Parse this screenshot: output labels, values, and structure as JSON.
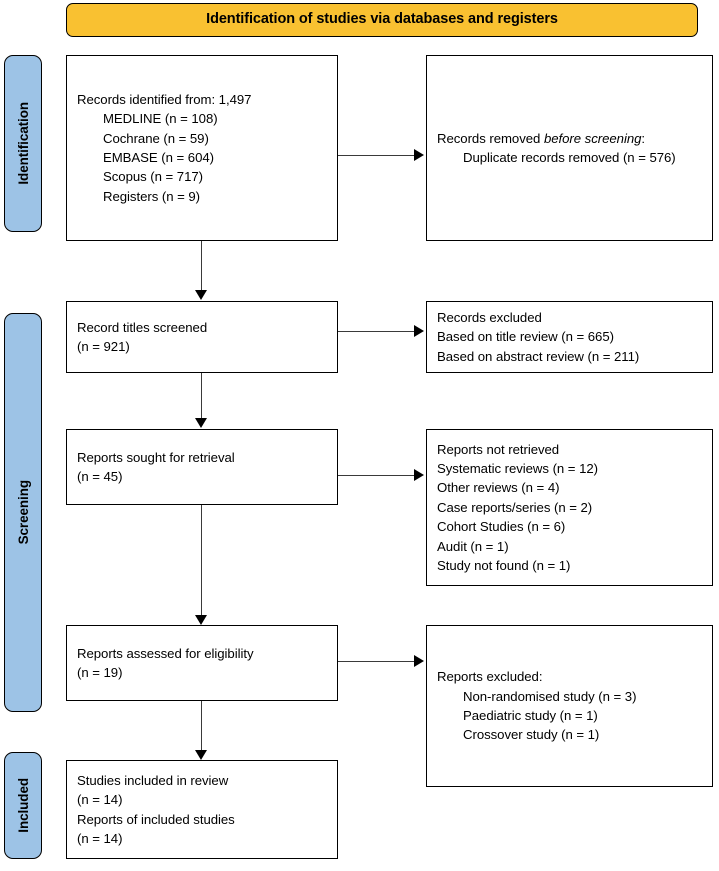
{
  "banner": {
    "title": "Identification of studies via databases and registers",
    "bg_color": "#F9C131",
    "border_color": "#000000"
  },
  "stages": [
    {
      "key": "identification",
      "label": "Identification",
      "color": "#9DC3E6"
    },
    {
      "key": "screening",
      "label": "Screening",
      "color": "#9DC3E6"
    },
    {
      "key": "included",
      "label": "Included",
      "color": "#9DC3E6"
    }
  ],
  "boxes": {
    "records_identified": {
      "heading": "Records identified from: 1,497",
      "sources": [
        "MEDLINE (n = 108)",
        "Cochrane (n = 59)",
        "EMBASE (n = 604)",
        "Scopus (n = 717)",
        "Registers (n = 9)"
      ],
      "total": "1,497"
    },
    "records_removed": {
      "heading_pre": "Records removed ",
      "heading_italic": "before screening",
      "heading_post": ":",
      "items": [
        "Duplicate records removed (n = 576)"
      ]
    },
    "records_screened": {
      "heading": "Record titles screened",
      "count": "(n = 921)"
    },
    "records_excluded": {
      "heading": "Records excluded",
      "items": [
        "Based on title review (n = 665)",
        "Based on abstract review (n = 211)"
      ]
    },
    "reports_sought": {
      "heading": "Reports sought for retrieval",
      "count": "(n = 45)"
    },
    "reports_not_retrieved": {
      "heading": "Reports not retrieved",
      "items": [
        "Systematic reviews (n = 12)",
        "Other reviews (n = 4)",
        "Case reports/series (n = 2)",
        "Cohort Studies (n = 6)",
        "Audit (n = 1)",
        "Study not found (n = 1)"
      ]
    },
    "reports_assessed": {
      "heading": "Reports assessed for eligibility",
      "count": "(n = 19)"
    },
    "reports_excluded": {
      "heading": "Reports excluded:",
      "items": [
        "Non-randomised study (n = 3)",
        "Paediatric study (n = 1)",
        "Crossover study (n = 1)"
      ]
    },
    "studies_included": {
      "line1": "Studies included in review",
      "line2": "(n = 14)",
      "line3": "Reports of included studies",
      "line4": "(n = 14)"
    }
  }
}
